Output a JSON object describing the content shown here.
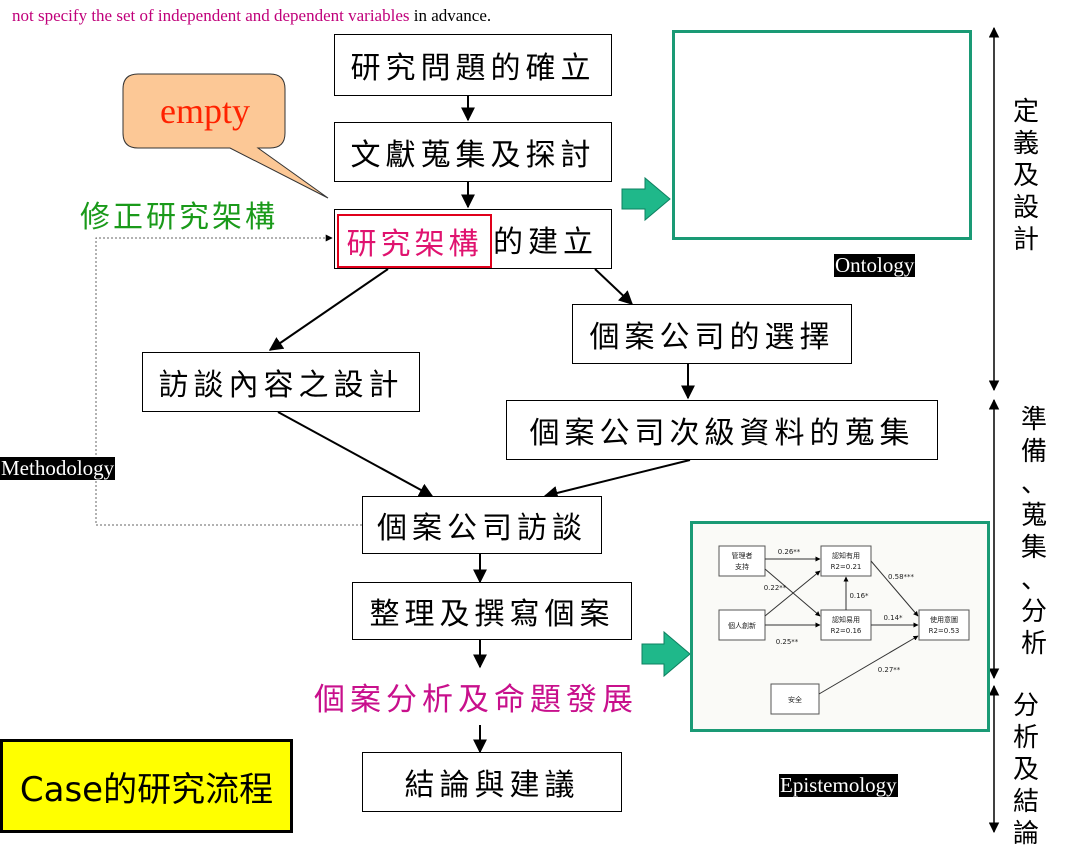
{
  "top_note": {
    "highlight": "not specify the set of independent and  dependent variables",
    "rest": " in advance."
  },
  "callout": {
    "text": "empty"
  },
  "modify_label": "修正研究架構",
  "flow": {
    "step1": "研究問題的確立",
    "step2": "文獻蒐集及探討",
    "step3_highlight": "研究架構",
    "step3_rest": "的建立",
    "interview_design": "訪談內容之設計",
    "company_selection": "個案公司的選擇",
    "secondary_data": "個案公司次級資料的蒐集",
    "company_interview": "個案公司訪談",
    "write_case": "整理及撰寫個案",
    "case_analysis": "個案分析及命題發展",
    "conclusion": "結論與建議"
  },
  "labels": {
    "ontology": "Ontology",
    "methodology": "Methodology",
    "epistemology": "Epistemology",
    "case_flow": "Case的研究流程"
  },
  "phases": {
    "definition": [
      "定",
      "義",
      "及",
      "設",
      "計"
    ],
    "preparation": [
      "準",
      "備",
      "、",
      "蒐",
      "集",
      "、",
      "分",
      "析"
    ],
    "analysis": [
      "分",
      "析",
      "及",
      "結",
      "論"
    ]
  },
  "model": {
    "nodes": {
      "mgmt_support": [
        "管理者",
        "支持"
      ],
      "innovation": "個人創新",
      "security": "安全",
      "usefulness": [
        "認知有用",
        "R2=0.21"
      ],
      "ease": [
        "認知易用",
        "R2=0.16"
      ],
      "intention": [
        "使用意圖",
        "R2=0.53"
      ]
    },
    "coefficients": {
      "ms_to_useful": "0.26**",
      "ms_to_ease": "0.22**",
      "innov_to_ease": "0.25**",
      "ease_to_useful": "0.16*",
      "useful_to_intent": "0.58***",
      "ease_to_intent": "0.14*",
      "security_to_intent": "0.27**"
    }
  },
  "colors": {
    "green_frame": "#1a9a75",
    "green_arrow": "#1fb88a",
    "pink": "#c8108c",
    "red": "#e0001b",
    "callout_fill": "#fcc896",
    "callout_text": "#ff2200",
    "modify_green": "#1a9a1a",
    "yellow": "#ffff00"
  }
}
